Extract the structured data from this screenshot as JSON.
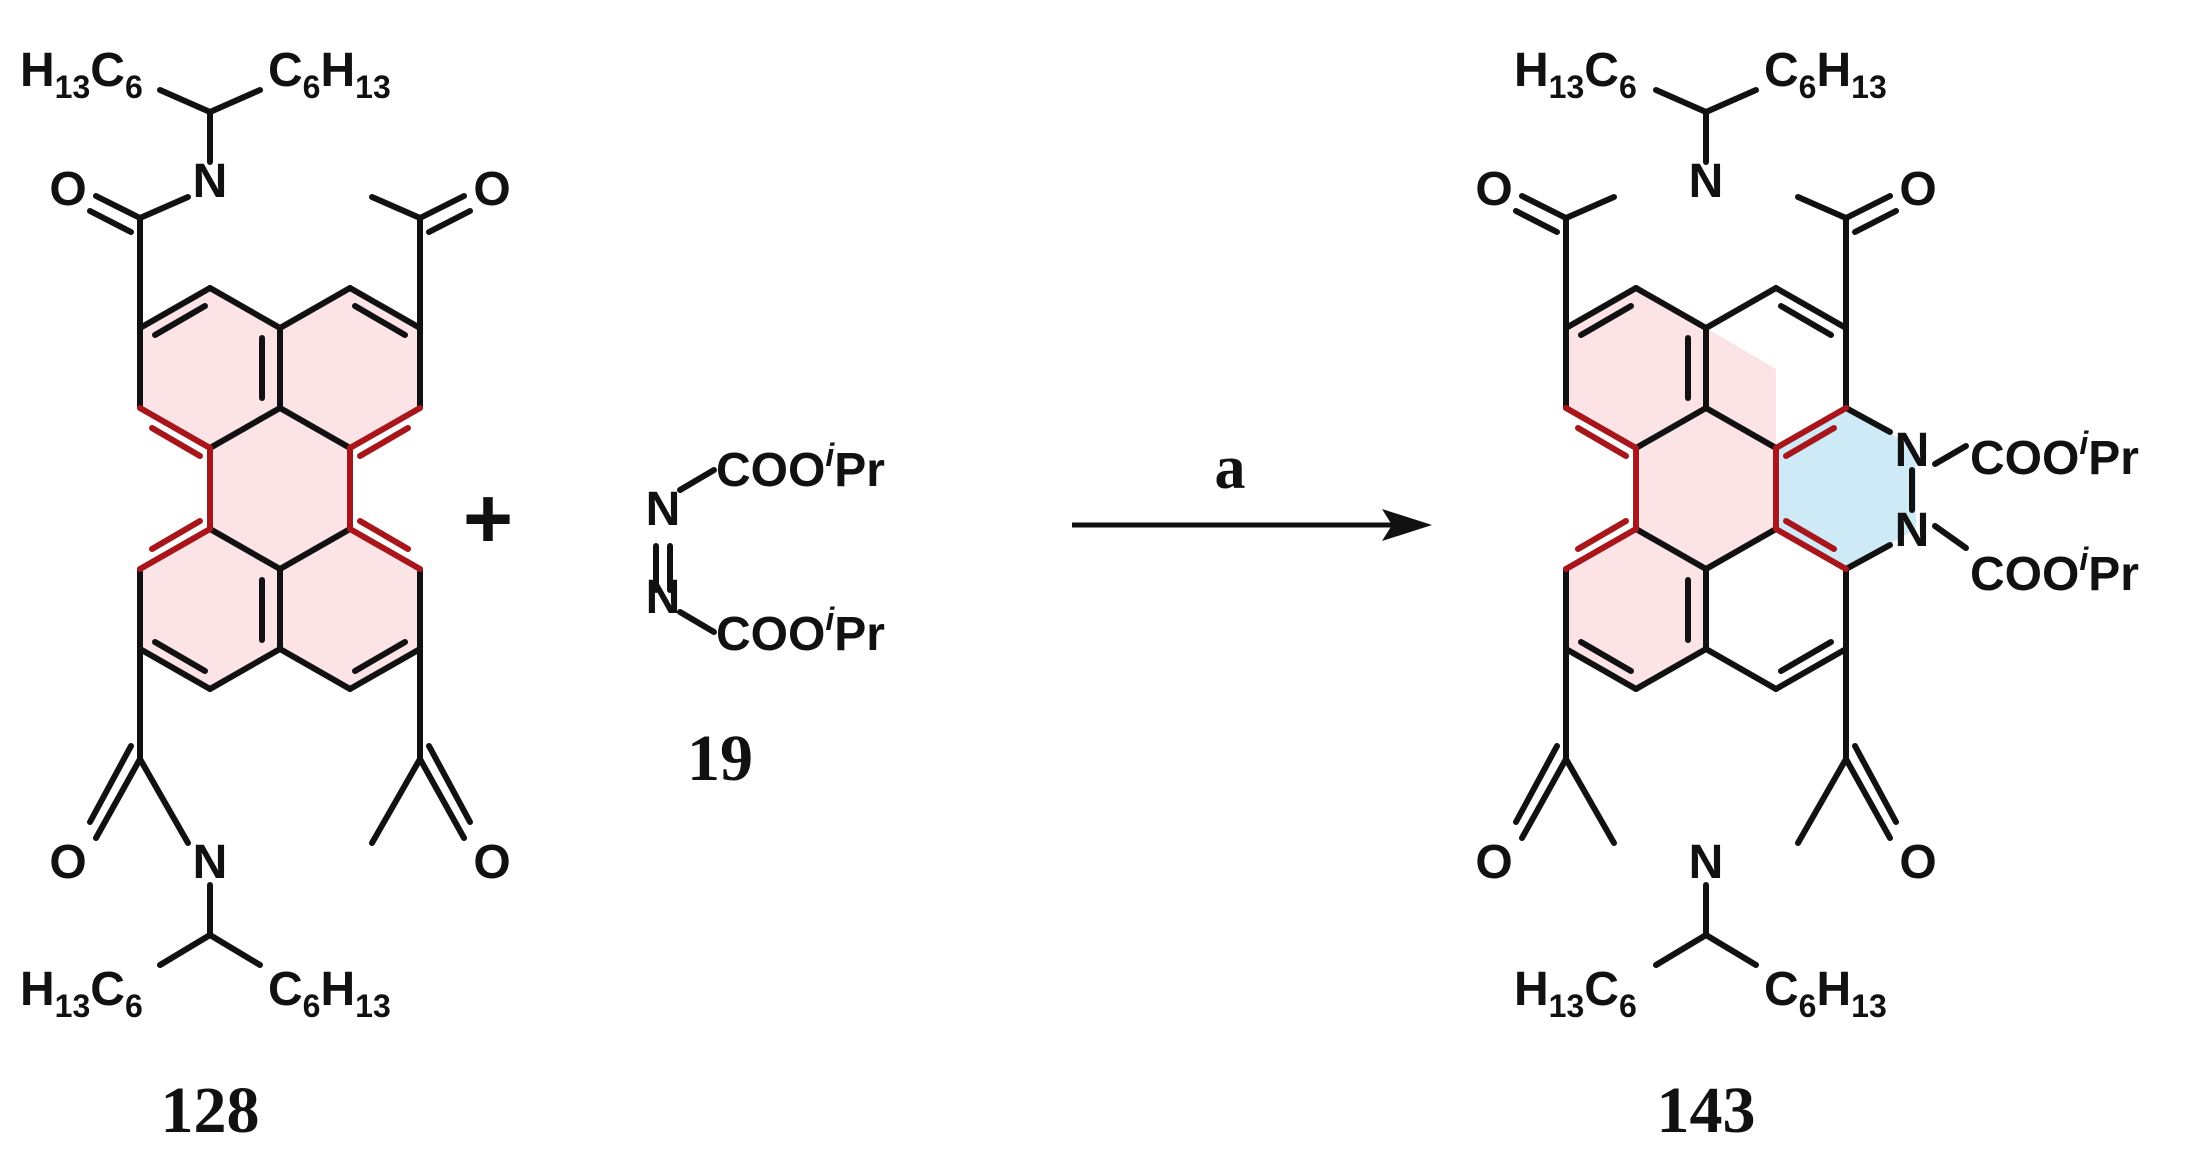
{
  "reaction": {
    "plus": "+",
    "arrow_label": "a",
    "colors": {
      "ink": "#111111",
      "highlight_fill": "#fbe3e6",
      "highlight_bond": "#a8161c",
      "ring_fill": "#cfeaf7"
    }
  },
  "compound_128": {
    "label": "128",
    "top_left": {
      "main": "H",
      "sub": "13",
      "main2": "C",
      "sub2": "6"
    },
    "top_right": {
      "main": "C",
      "sub": "6",
      "main2": "H",
      "sub2": "13"
    },
    "bottom_left": {
      "main": "H",
      "sub": "13",
      "main2": "C",
      "sub2": "6"
    },
    "bottom_right": {
      "main": "C",
      "sub": "6",
      "main2": "H",
      "sub2": "13"
    },
    "atom_N": "N",
    "atom_O": "O"
  },
  "compound_19": {
    "label": "19",
    "atom_N": "N",
    "ester_main": "COO",
    "ester_sup": "i",
    "ester_tail": "Pr"
  },
  "compound_143": {
    "label": "143",
    "top_left": {
      "main": "H",
      "sub": "13",
      "main2": "C",
      "sub2": "6"
    },
    "top_right": {
      "main": "C",
      "sub": "6",
      "main2": "H",
      "sub2": "13"
    },
    "bottom_left": {
      "main": "H",
      "sub": "13",
      "main2": "C",
      "sub2": "6"
    },
    "bottom_right": {
      "main": "C",
      "sub": "6",
      "main2": "H",
      "sub2": "13"
    },
    "atom_N": "N",
    "atom_O": "O",
    "ester_main": "COO",
    "ester_sup": "i",
    "ester_tail": "Pr"
  }
}
